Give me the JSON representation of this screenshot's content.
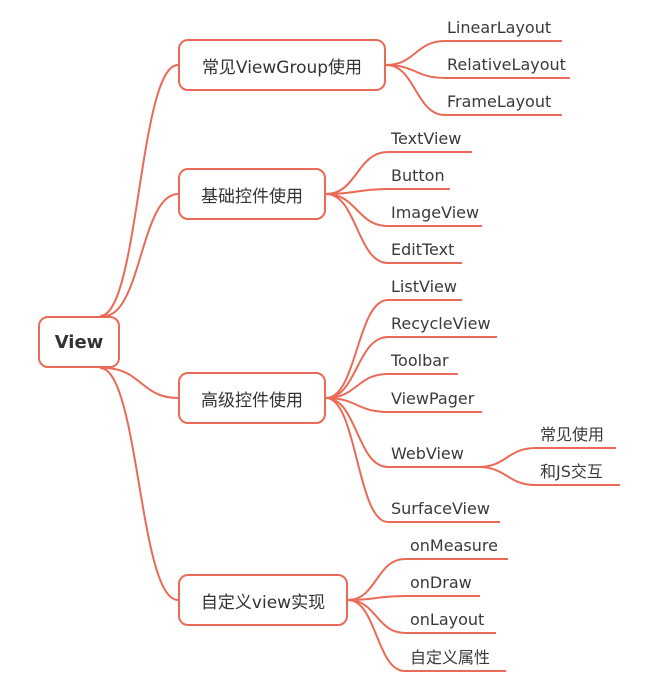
{
  "root": "View",
  "branches": [
    {
      "label": "常见ViewGroup使用",
      "children": [
        "LinearLayout",
        "RelativeLayout",
        "FrameLayout"
      ]
    },
    {
      "label": "基础控件使用",
      "children": [
        "TextView",
        "Button",
        "ImageView",
        "EditText"
      ]
    },
    {
      "label": "高级控件使用",
      "children": [
        "ListView",
        "RecycleView",
        "Toolbar",
        "ViewPager",
        "WebView",
        "SurfaceView"
      ],
      "sub": {
        "parent": "WebView",
        "children": [
          "常见使用",
          "和JS交互"
        ]
      }
    },
    {
      "label": "自定义view实现",
      "children": [
        "onMeasure",
        "onDraw",
        "onLayout",
        "自定义属性"
      ]
    }
  ],
  "colors": {
    "line": "#ea6a57",
    "text": "#3a3a3a"
  }
}
